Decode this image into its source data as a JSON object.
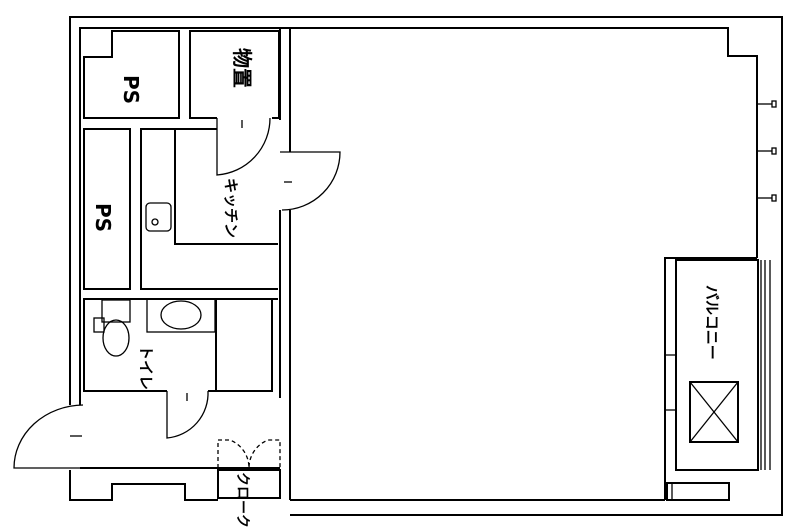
{
  "plan": {
    "rooms": {
      "ps_upper": "PS",
      "storage": "物置",
      "kitchen": "キッチン",
      "ps_lower": "PS",
      "toilet": "トイレ",
      "balcony": "バルコニー",
      "closet": "クローク"
    },
    "colors": {
      "line": "#000000",
      "background": "#ffffff"
    }
  }
}
